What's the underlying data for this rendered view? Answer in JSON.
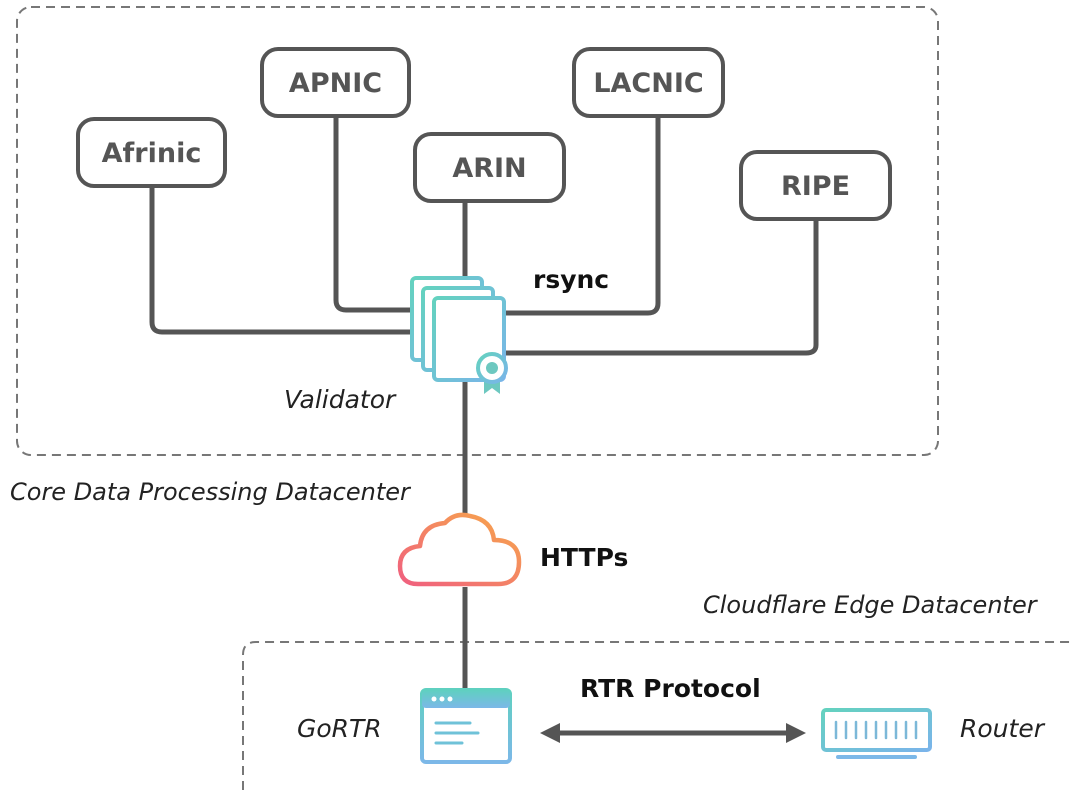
{
  "zones": {
    "core": "Core Data Processing Datacenter",
    "edge": "Cloudflare Edge Datacenter"
  },
  "rirs": {
    "afrinic": "Afrinic",
    "apnic": "APNIC",
    "arin": "ARIN",
    "lacnic": "LACNIC",
    "ripe": "RIPE"
  },
  "labels": {
    "rsync": "rsync",
    "validator": "Validator",
    "https": "HTTPs",
    "rtr_protocol": "RTR Protocol",
    "gortr": "GoRTR",
    "router": "Router"
  },
  "icons": {
    "validator": "certificate-documents-icon",
    "https": "cloud-icon",
    "gortr": "browser-window-icon",
    "router": "network-router-icon"
  },
  "colors": {
    "line": "#555555",
    "box_stroke": "#555555",
    "text": "#555555",
    "label_dark": "#111111",
    "dash": "#777777",
    "teal": "#5fd0c0",
    "blue": "#7cb8e8",
    "cloud_start": "#f06a8a",
    "cloud_end": "#f5a04a"
  }
}
